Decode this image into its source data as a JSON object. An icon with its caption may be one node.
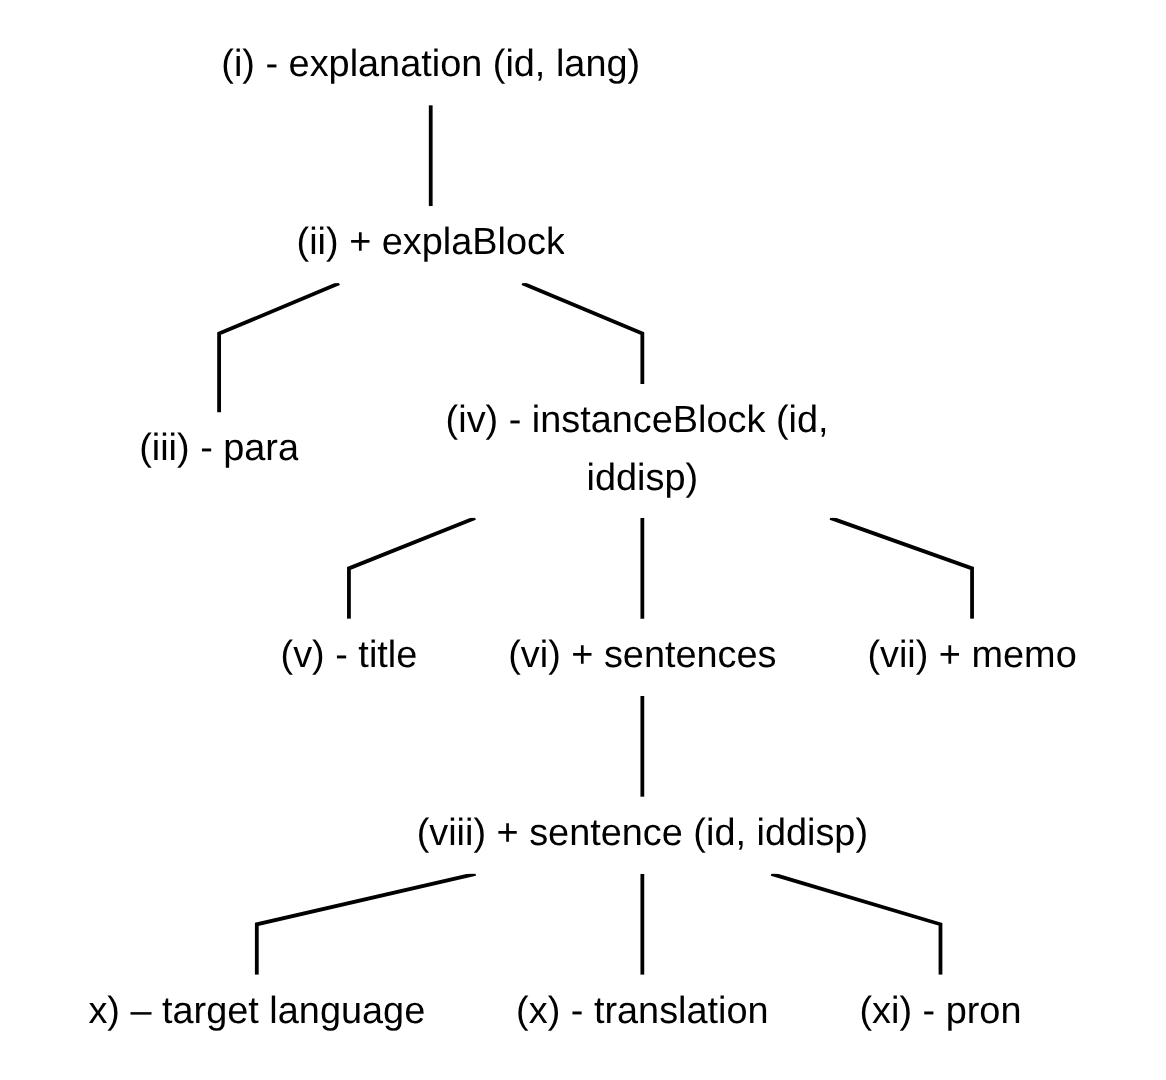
{
  "diagram": {
    "nodes": [
      {
        "text": [
          "(i) - explanation (id, lang)"
        ]
      },
      {
        "text": [
          "(ii) + explaBlock"
        ]
      },
      {
        "text": [
          "(iii) - para"
        ]
      },
      {
        "text": [
          "(iv) - instanceBlock (id, iddisp)"
        ]
      },
      {
        "text": [
          "(v) - title"
        ]
      },
      {
        "text": [
          "(vi) + sentences"
        ]
      },
      {
        "text": [
          "(vii) + memo"
        ]
      },
      {
        "text": [
          "(viii) + sentence (id, iddisp)"
        ]
      },
      {
        "text": [
          "x) – target language"
        ]
      },
      {
        "text": [
          "(x) - translation"
        ]
      },
      {
        "text": [
          "(xi) - pron"
        ]
      }
    ],
    "edges": [
      {
        "from": 0,
        "to": 1,
        "arrow": "none"
      },
      {
        "from": 1,
        "to": 2,
        "arrow": "none"
      },
      {
        "from": 1,
        "to": 3,
        "arrow": "none"
      },
      {
        "from": 3,
        "to": 4,
        "arrow": "none"
      },
      {
        "from": 3,
        "to": 5,
        "arrow": "none"
      },
      {
        "from": 3,
        "to": 6,
        "arrow": "none"
      },
      {
        "from": 5,
        "to": 7,
        "arrow": "none"
      },
      {
        "from": 7,
        "to": 8,
        "arrow": "none"
      },
      {
        "from": 7,
        "to": 9,
        "arrow": "none"
      },
      {
        "from": 7,
        "to": 10,
        "arrow": "none"
      }
    ]
  }
}
